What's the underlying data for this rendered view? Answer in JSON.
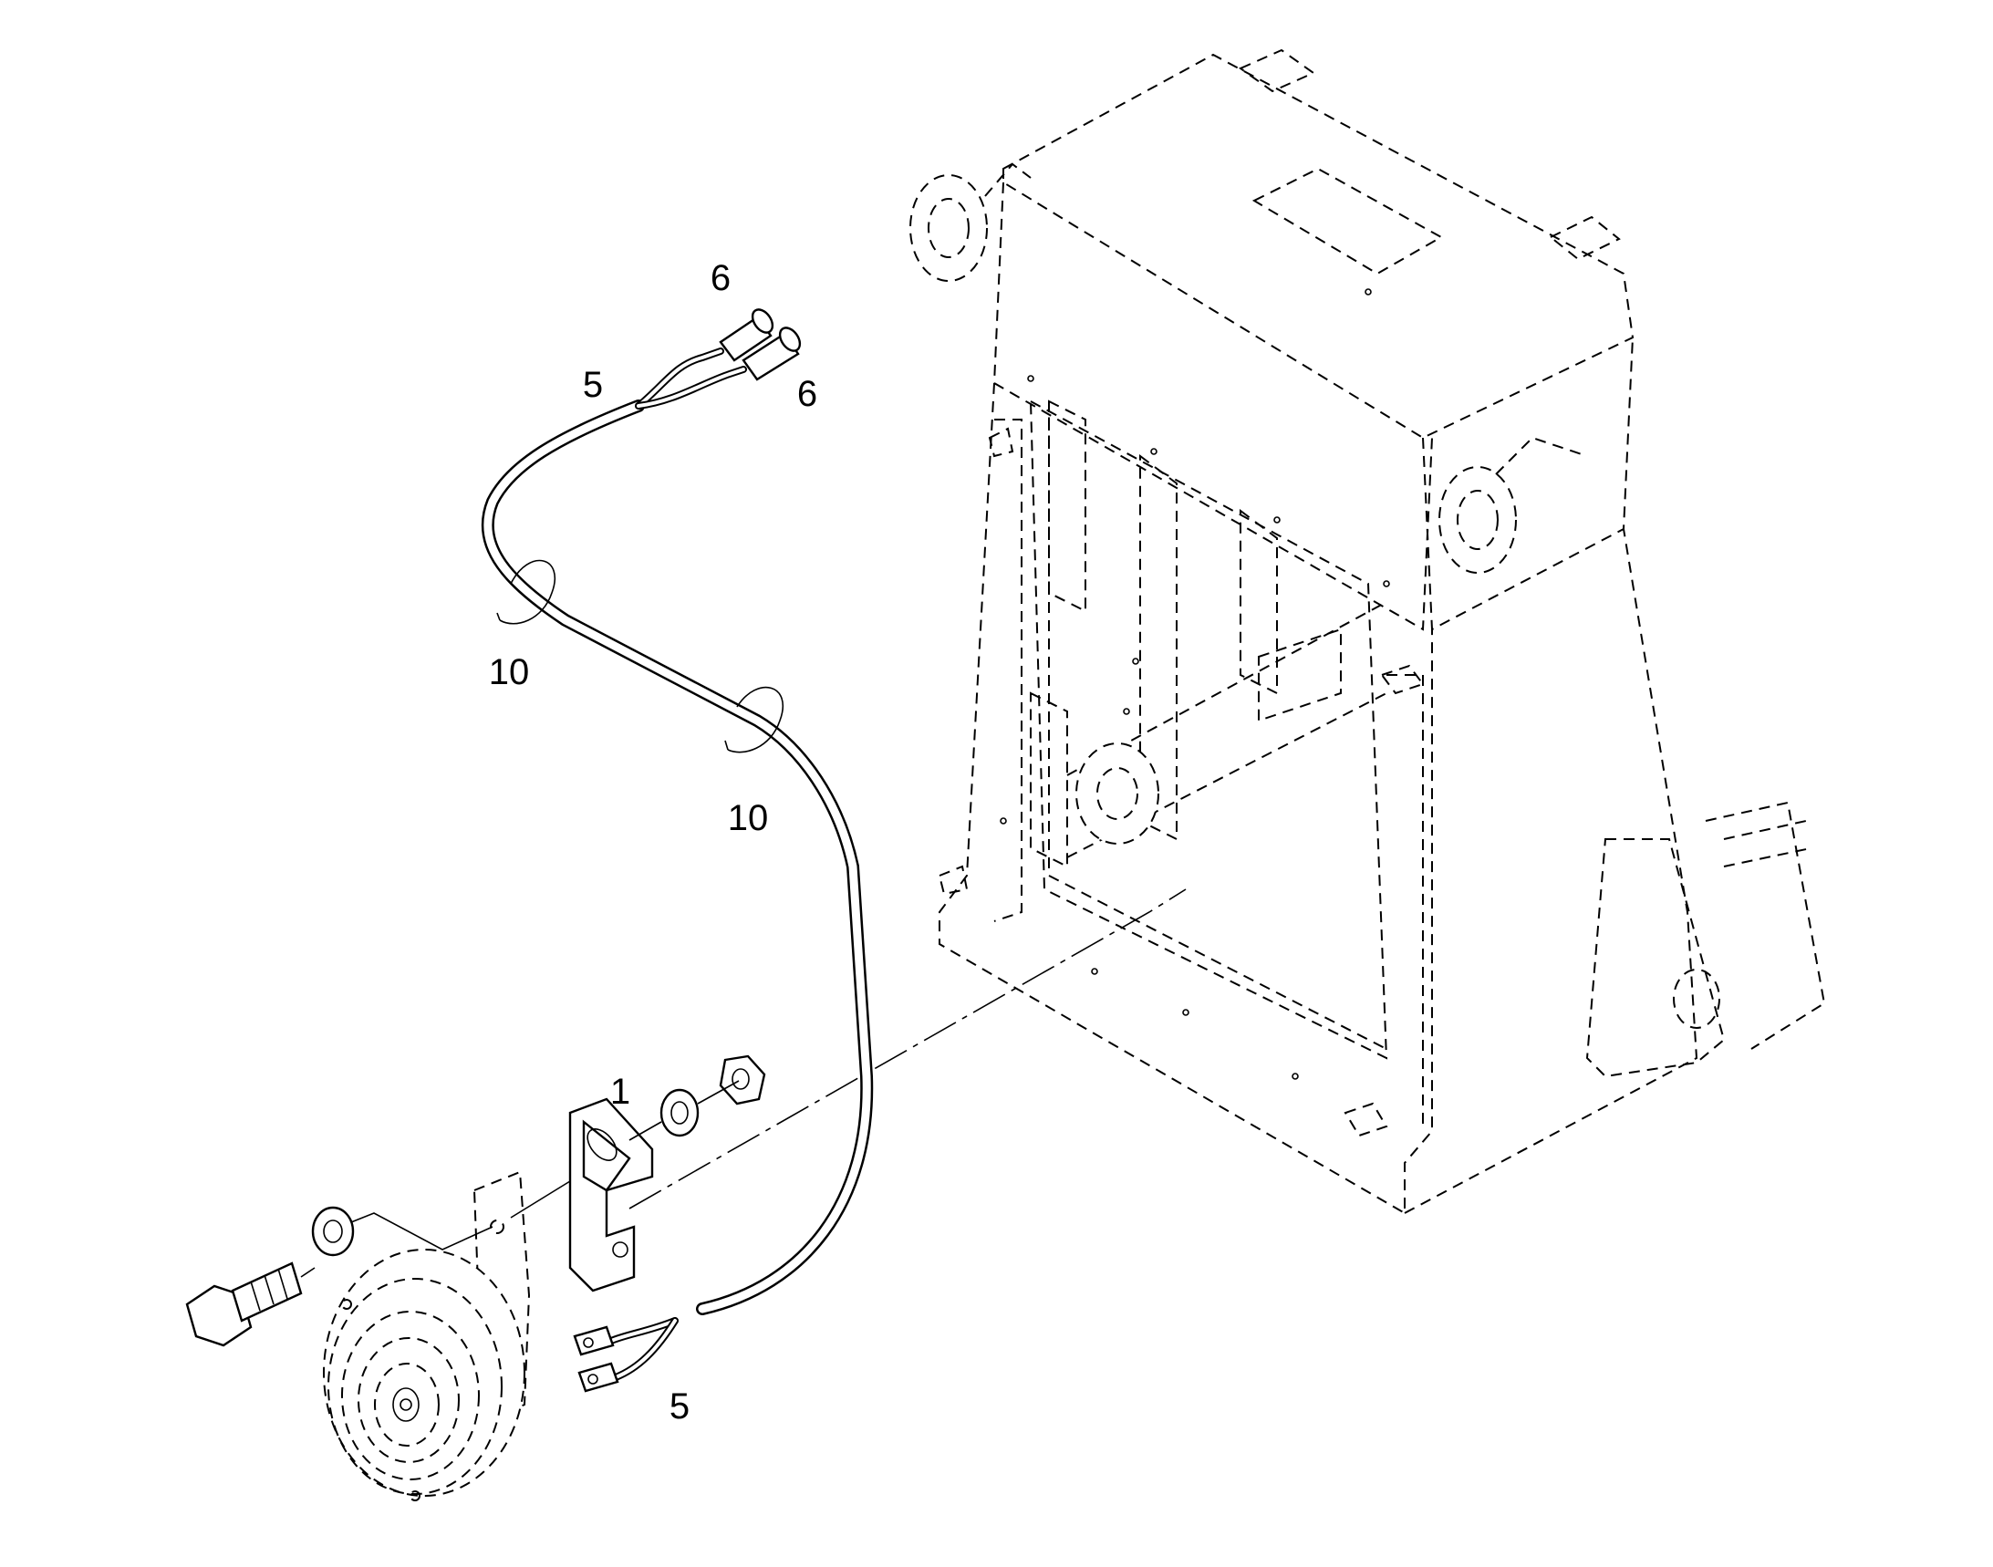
{
  "callouts": [
    {
      "id": "c6a",
      "text": "6"
    },
    {
      "id": "c5a",
      "text": "5"
    },
    {
      "id": "c6b",
      "text": "6"
    },
    {
      "id": "c10a",
      "text": "10"
    },
    {
      "id": "c10b",
      "text": "10"
    },
    {
      "id": "c1",
      "text": "1"
    },
    {
      "id": "c5b",
      "text": "5"
    }
  ]
}
